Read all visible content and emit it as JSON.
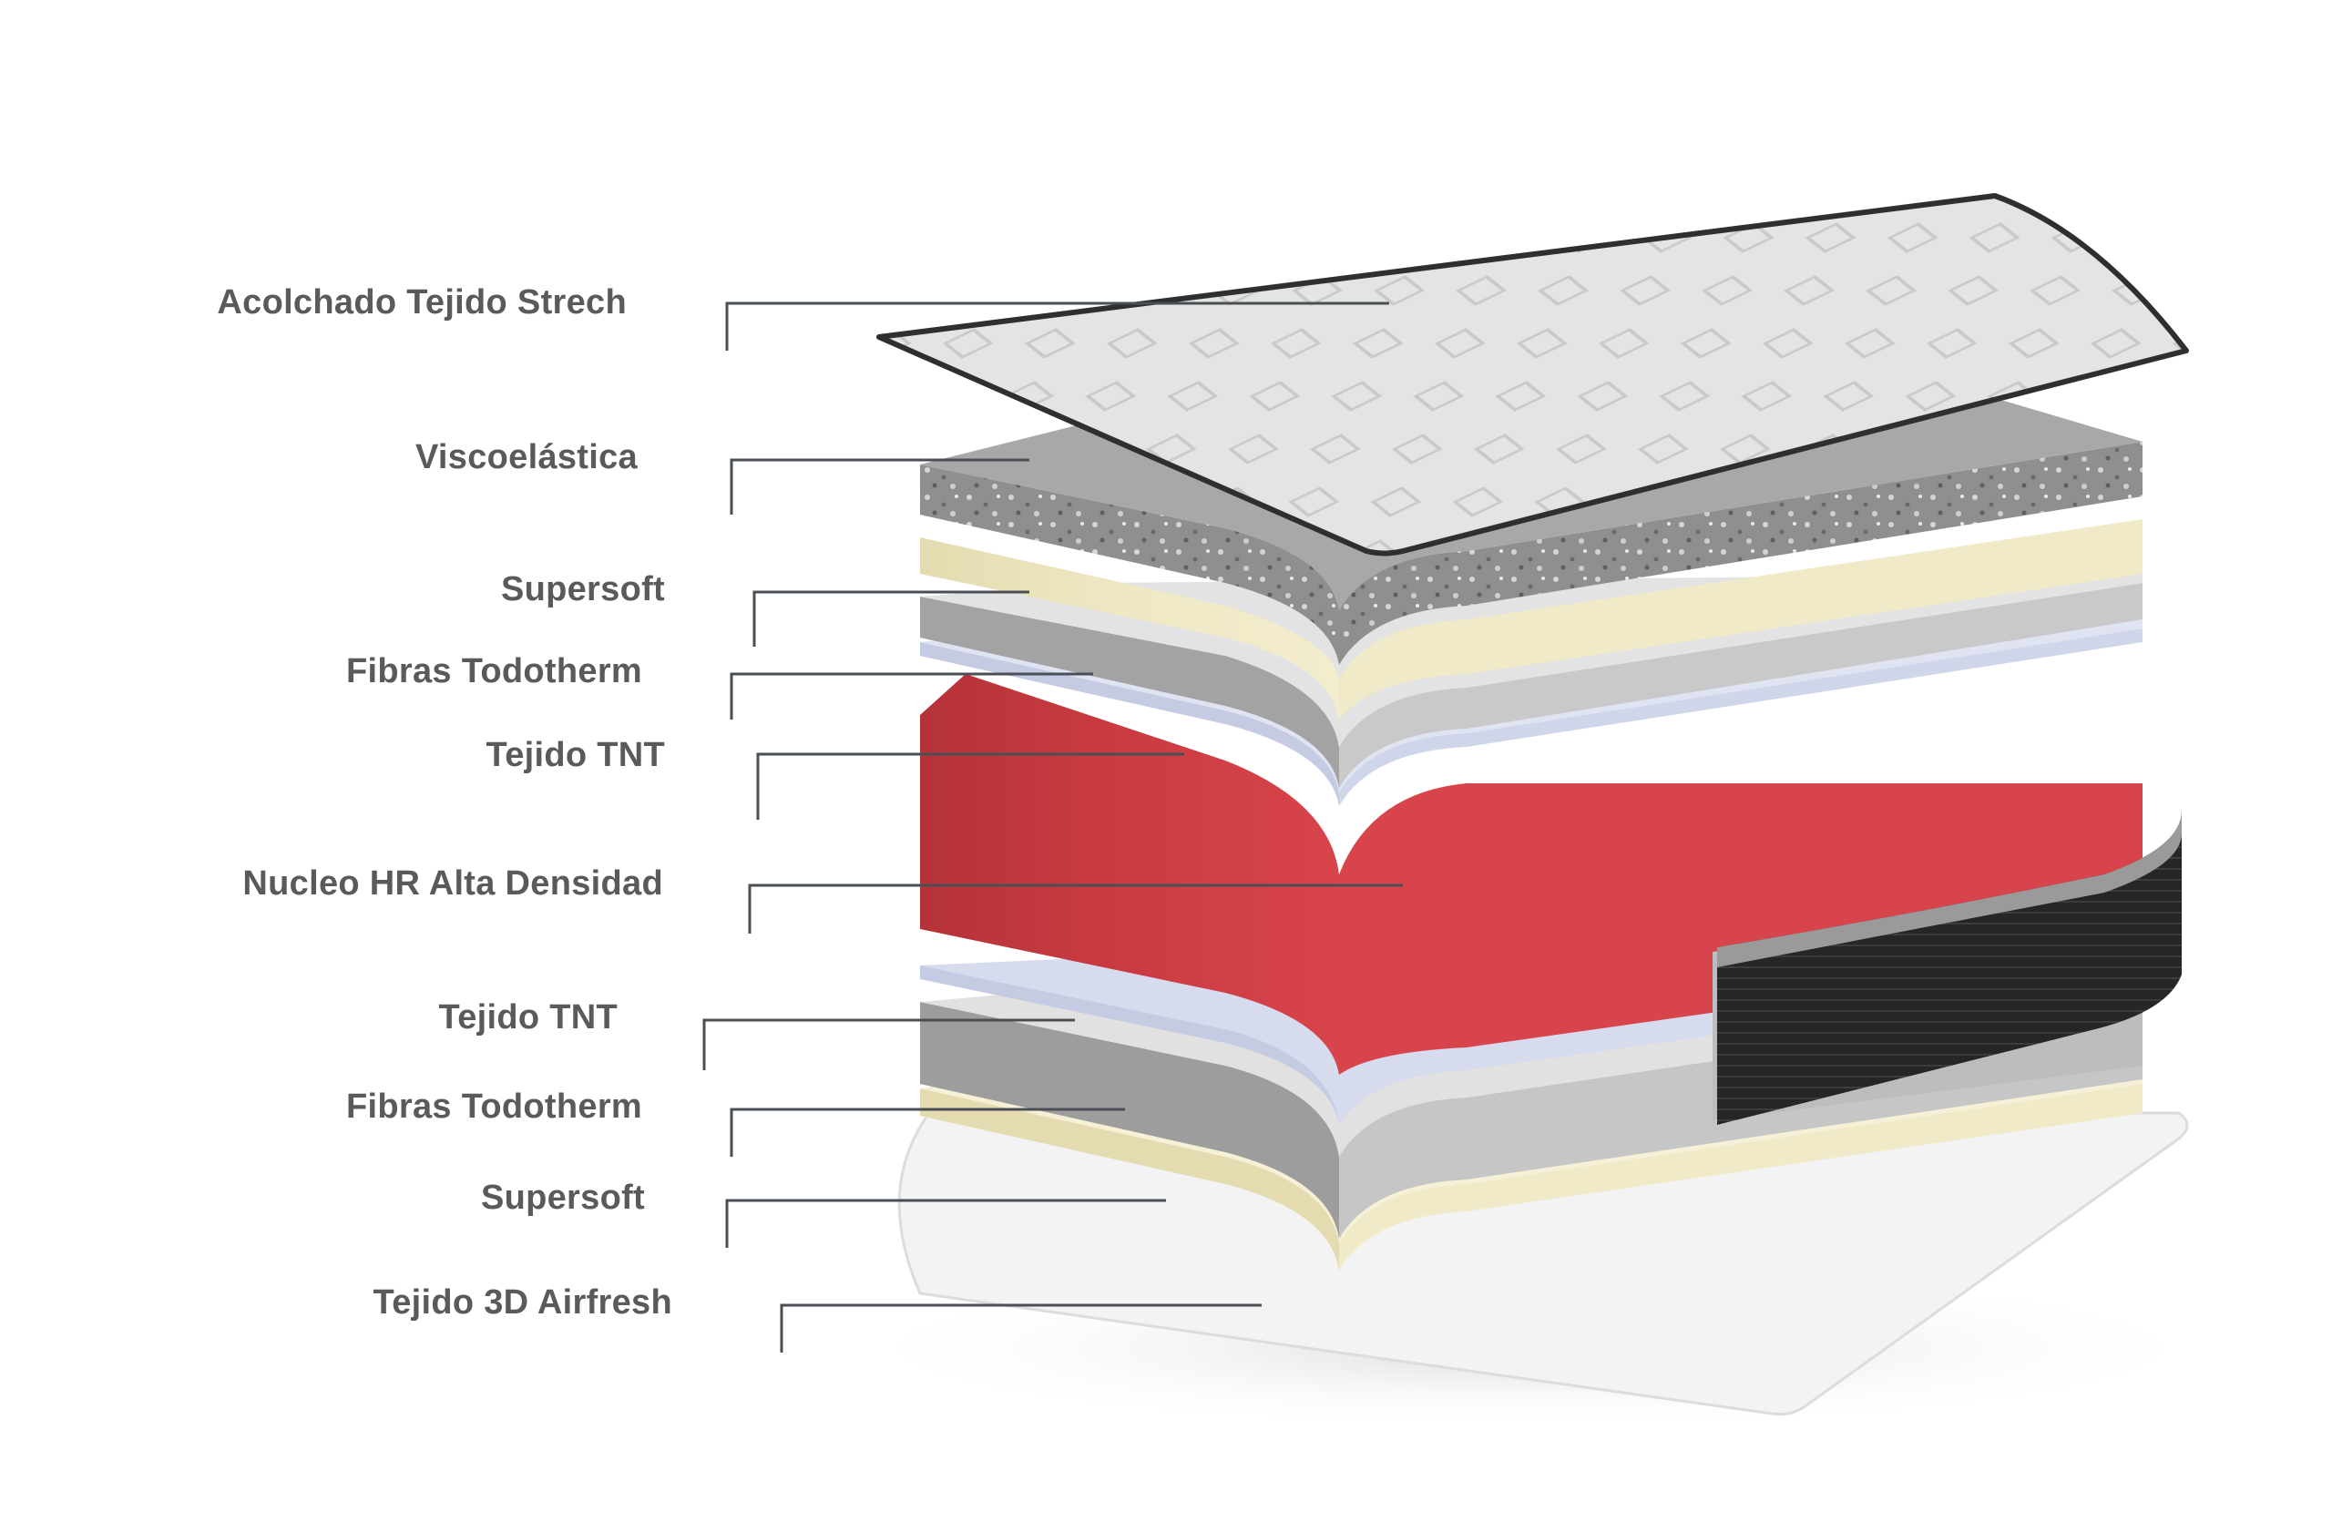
{
  "labels": [
    "Acolchado Tejido Strech",
    "Viscoelástica",
    "Supersoft",
    "Fibras Todotherm",
    "Tejido TNT",
    "Nucleo HR Alta Densidad",
    "Tejido TNT",
    "Fibras Todotherm",
    "Supersoft",
    "Tejido 3D Airfresh"
  ],
  "colors": {
    "label_text": "#5a5a5a",
    "leader_line": "#4a4f55",
    "quilt_top": "#e6e6e4",
    "quilt_edge": "#2e2e2e",
    "visco": "#9a9a9a",
    "supersoft": "#efe9c6",
    "fibras": "#c8c8c8",
    "tnt": "#cdd3e6",
    "core_red": "#d8414a",
    "core_red_dark": "#b03236",
    "border_fabric": "#2b2b2b",
    "airfresh": "#f4f4f4"
  }
}
